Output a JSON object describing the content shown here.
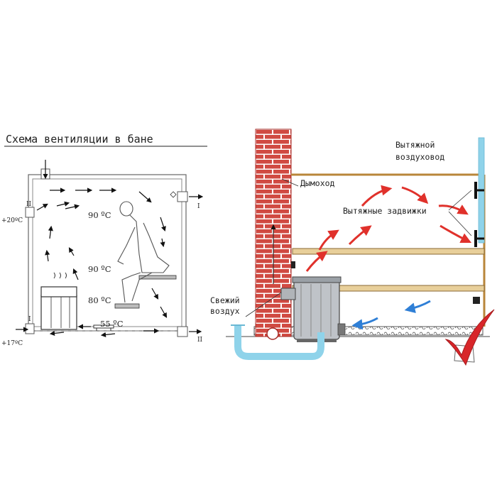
{
  "title": "Схема вентиляции в бане",
  "left": {
    "temps": [
      "90 ºC",
      "90 ºC",
      "80 ºC",
      "55 ºC"
    ],
    "outside_temps": [
      "+20ºC",
      "+17ºC"
    ],
    "roman": [
      "II",
      "I",
      "I",
      "II"
    ]
  },
  "right": {
    "chimney": "Дымоход",
    "exhaust_duct": [
      "Вытяжной",
      "воздуховод"
    ],
    "exhaust_dampers": "Вытяжные задвижки",
    "fresh_air": [
      "Свежий",
      "воздух"
    ]
  },
  "colors": {
    "brick": "#c0302c",
    "timber": "#b8863a",
    "duct": "#8fd3ea",
    "warm_arrow": "#e0312b",
    "cool_arrow": "#2f7fd6",
    "check": "#d8262a"
  }
}
